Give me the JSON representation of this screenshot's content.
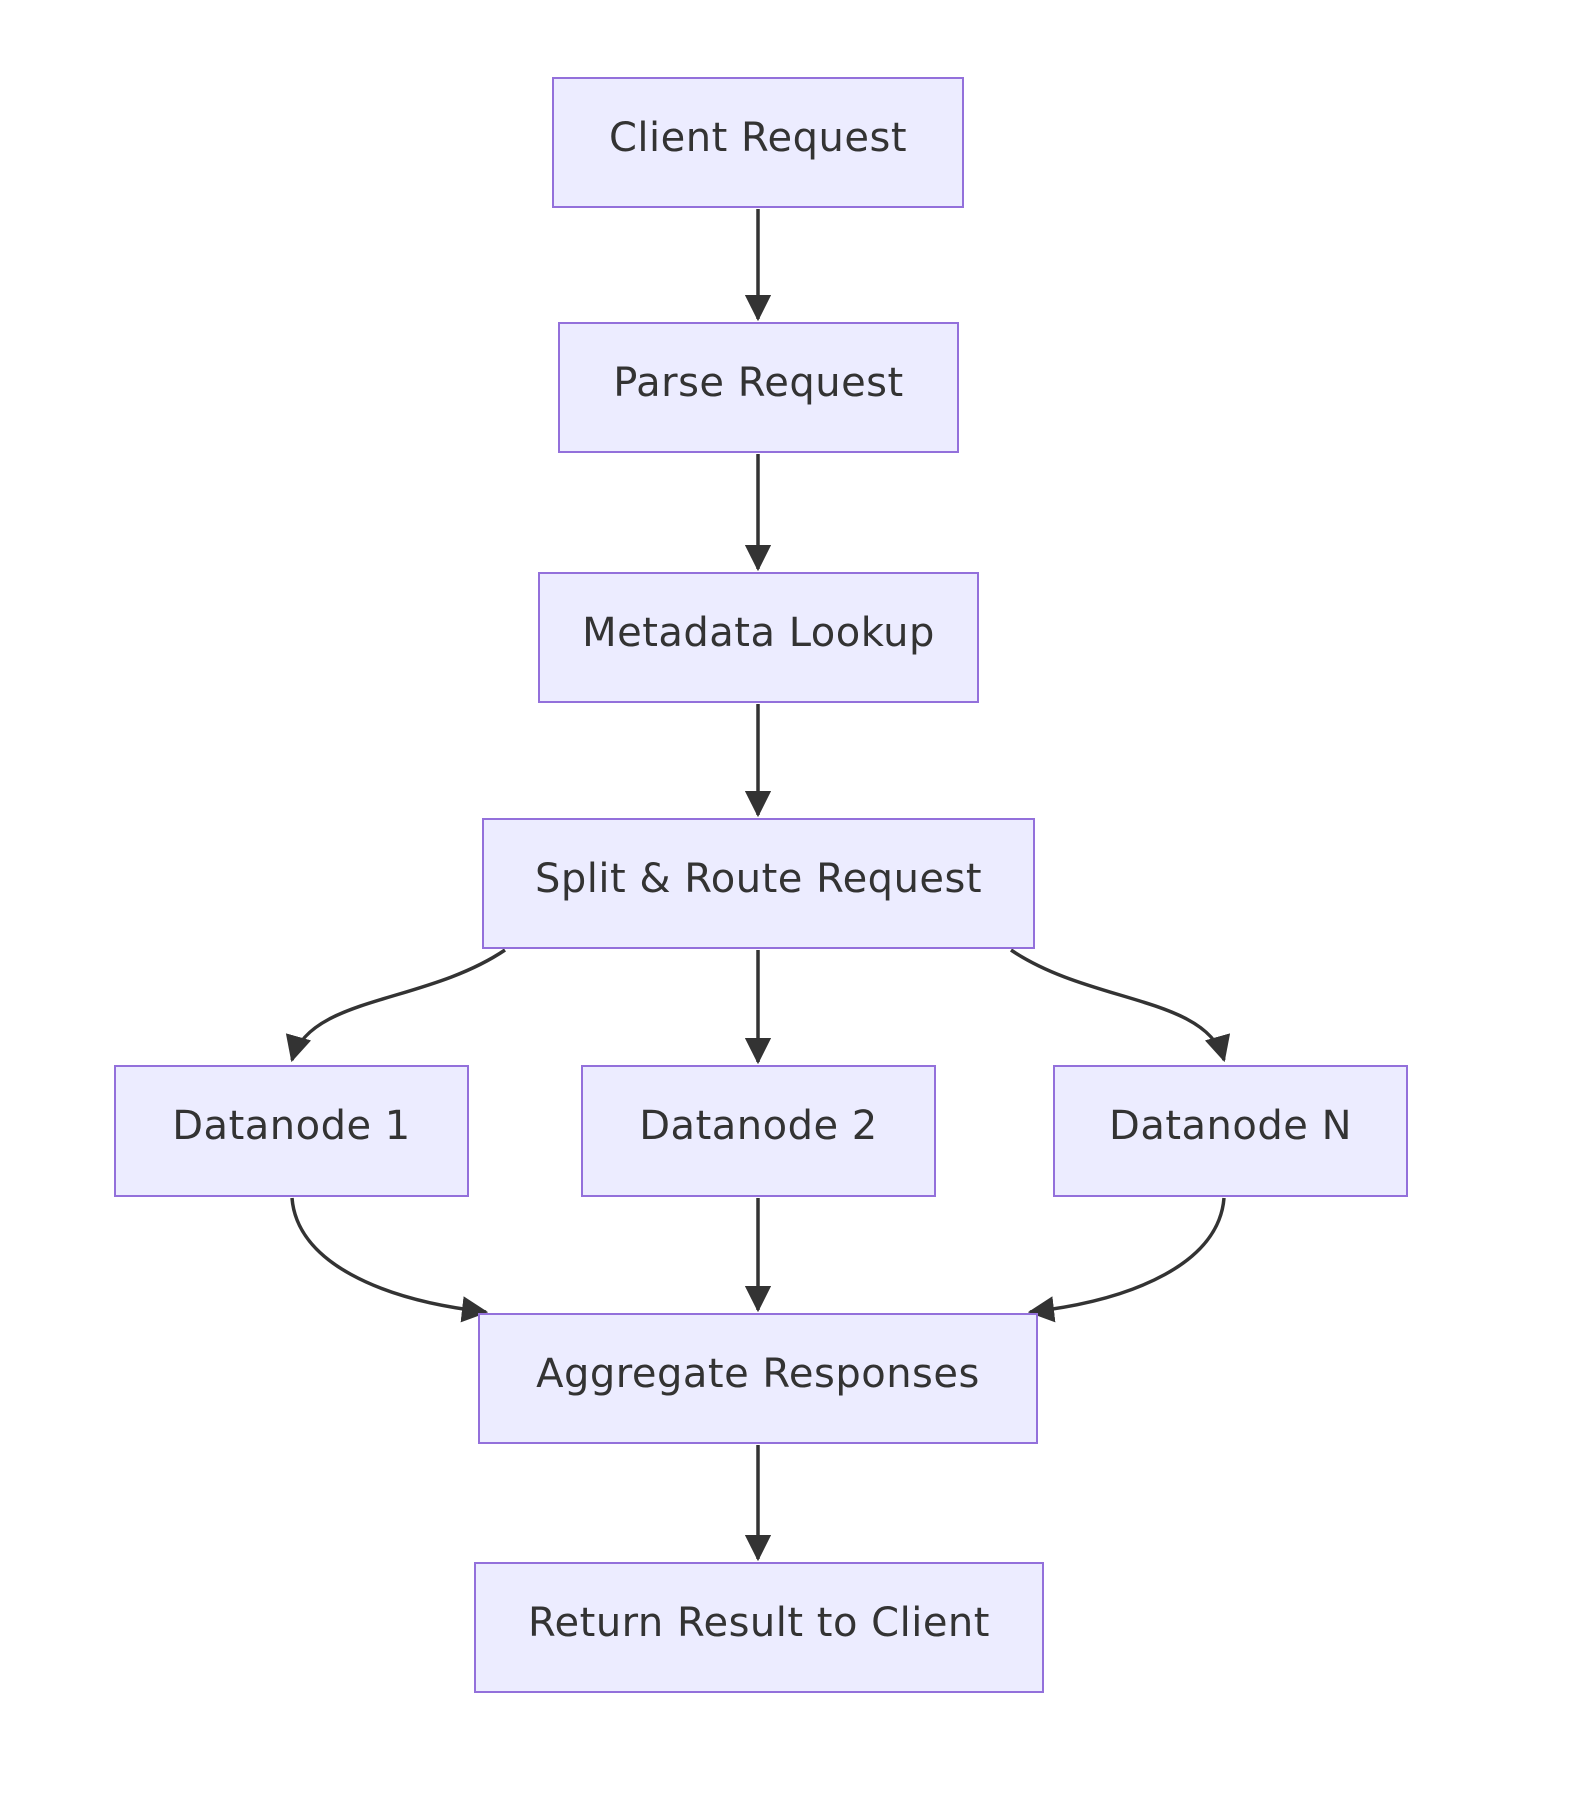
{
  "diagram": {
    "type": "flowchart",
    "direction": "top-down",
    "title": "",
    "nodes": [
      {
        "id": "client_request",
        "label": "Client Request"
      },
      {
        "id": "parse_request",
        "label": "Parse Request"
      },
      {
        "id": "metadata_lookup",
        "label": "Metadata Lookup"
      },
      {
        "id": "split_route",
        "label": "Split & Route Request"
      },
      {
        "id": "datanode_1",
        "label": "Datanode 1"
      },
      {
        "id": "datanode_2",
        "label": "Datanode 2"
      },
      {
        "id": "datanode_n",
        "label": "Datanode N"
      },
      {
        "id": "aggregate",
        "label": "Aggregate Responses"
      },
      {
        "id": "return_result",
        "label": "Return Result to Client"
      }
    ],
    "edges": [
      {
        "from": "client_request",
        "to": "parse_request"
      },
      {
        "from": "parse_request",
        "to": "metadata_lookup"
      },
      {
        "from": "metadata_lookup",
        "to": "split_route"
      },
      {
        "from": "split_route",
        "to": "datanode_1"
      },
      {
        "from": "split_route",
        "to": "datanode_2"
      },
      {
        "from": "split_route",
        "to": "datanode_n"
      },
      {
        "from": "datanode_1",
        "to": "aggregate"
      },
      {
        "from": "datanode_2",
        "to": "aggregate"
      },
      {
        "from": "datanode_n",
        "to": "aggregate"
      },
      {
        "from": "aggregate",
        "to": "return_result"
      }
    ],
    "colors": {
      "node_fill": "#ECECFF",
      "node_border": "#9370DB",
      "edge": "#333333",
      "text": "#333333",
      "background": "#FFFFFF"
    }
  }
}
